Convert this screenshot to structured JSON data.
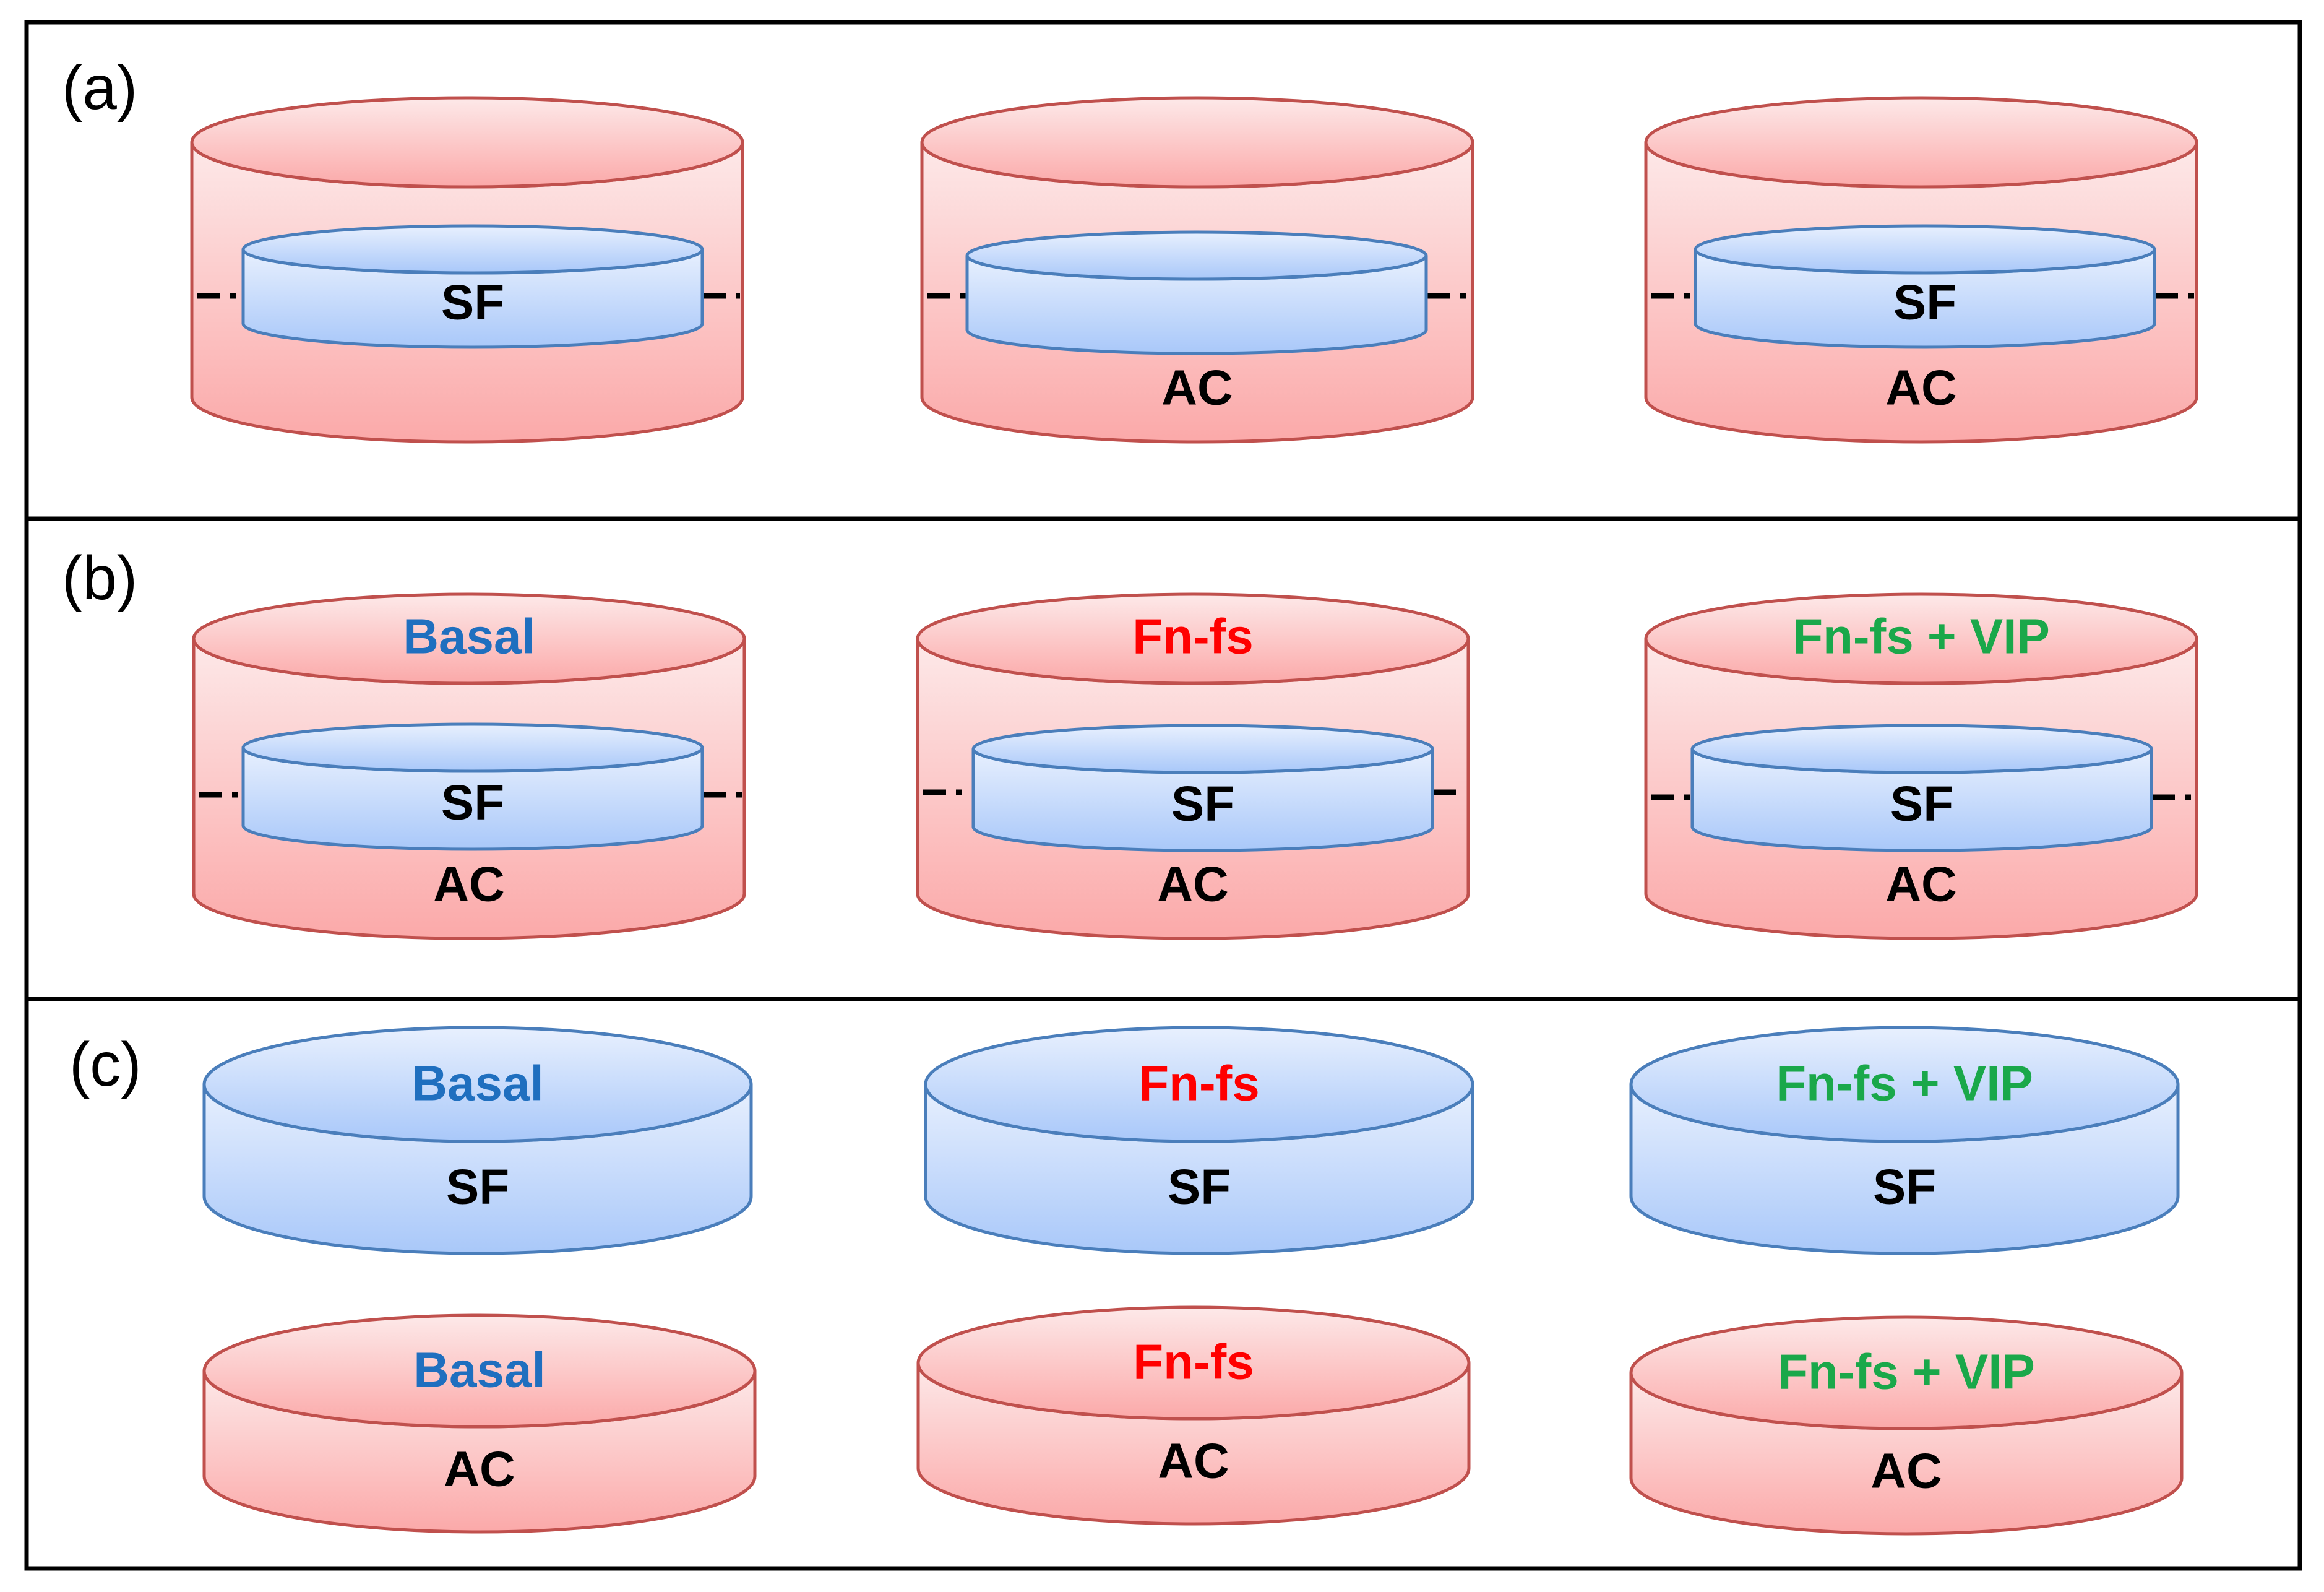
{
  "colors": {
    "red_fill_top": "#fde9e9",
    "red_fill_bottom": "#fba9a9",
    "red_stroke": "#c0504d",
    "blue_fill_top": "#e8f0fe",
    "blue_fill_bottom": "#a9c8f9",
    "blue_stroke": "#4a7ebb",
    "label_black": "#000000",
    "label_blue": "#1f6fbf",
    "label_red": "#ff0000",
    "label_green": "#1aa84a"
  },
  "panels": [
    {
      "label": "(a)",
      "columns": [
        {
          "inner": "SF",
          "outer_top": "",
          "outer_bottom": ""
        },
        {
          "inner": "",
          "outer_top": "",
          "outer_bottom": "AC"
        },
        {
          "inner": "SF",
          "outer_top": "",
          "outer_bottom": "AC"
        }
      ]
    },
    {
      "label": "(b)",
      "columns": [
        {
          "inner": "SF",
          "outer_top": "Basal",
          "outer_bottom": "AC"
        },
        {
          "inner": "SF",
          "outer_top": "Fn-fs",
          "outer_bottom": "AC"
        },
        {
          "inner": "SF",
          "outer_top": "Fn-fs + VIP",
          "outer_bottom": "AC"
        }
      ]
    },
    {
      "label": "(c)",
      "columns": [
        {
          "sf_top": "Basal",
          "sf_bottom": "SF",
          "ac_top": "Basal",
          "ac_bottom": "AC"
        },
        {
          "sf_top": "Fn-fs",
          "sf_bottom": "SF",
          "ac_top": "Fn-fs",
          "ac_bottom": "AC"
        },
        {
          "sf_top": "Fn-fs + VIP",
          "sf_bottom": "SF",
          "ac_top": "Fn-fs + VIP",
          "ac_bottom": "AC"
        }
      ]
    }
  ]
}
